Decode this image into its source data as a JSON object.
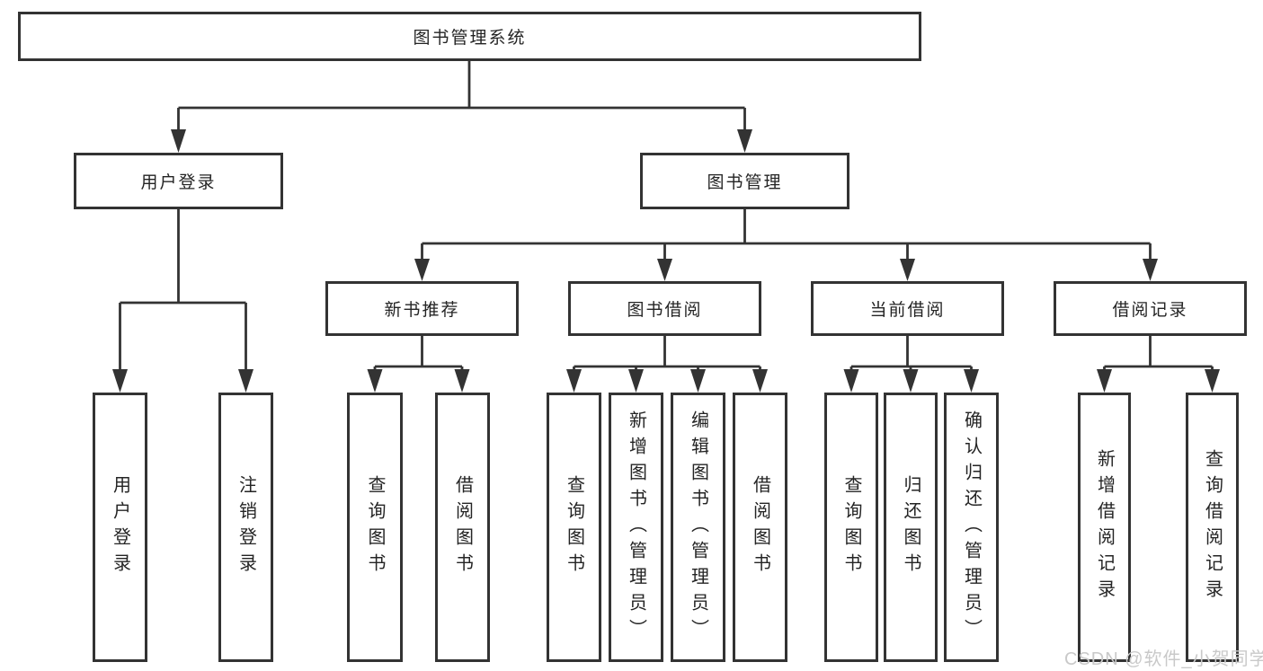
{
  "diagram": {
    "root": {
      "label": "图书管理系统"
    },
    "branches": [
      {
        "label": "用户登录",
        "children": [
          {
            "label": "用户登录"
          },
          {
            "label": "注销登录"
          }
        ]
      },
      {
        "label": "图书管理",
        "children": [
          {
            "label": "新书推荐",
            "children": [
              {
                "label": "查询图书"
              },
              {
                "label": "借阅图书"
              }
            ]
          },
          {
            "label": "图书借阅",
            "children": [
              {
                "label": "查询图书"
              },
              {
                "label": "新增图书（管理员）"
              },
              {
                "label": "编辑图书（管理员）"
              },
              {
                "label": "借阅图书"
              }
            ]
          },
          {
            "label": "当前借阅",
            "children": [
              {
                "label": "查询图书"
              },
              {
                "label": "归还图书"
              },
              {
                "label": "确认归还（管理员）"
              }
            ]
          },
          {
            "label": "借阅记录",
            "children": [
              {
                "label": "新增借阅记录"
              },
              {
                "label": "查询借阅记录"
              }
            ]
          }
        ]
      }
    ]
  },
  "watermark": "CSDN @软件_小贺同学",
  "colors": {
    "line": "#333333",
    "box_border": "#333333",
    "text": "#242424",
    "watermark": "#c9c9c9",
    "background": "#ffffff"
  }
}
